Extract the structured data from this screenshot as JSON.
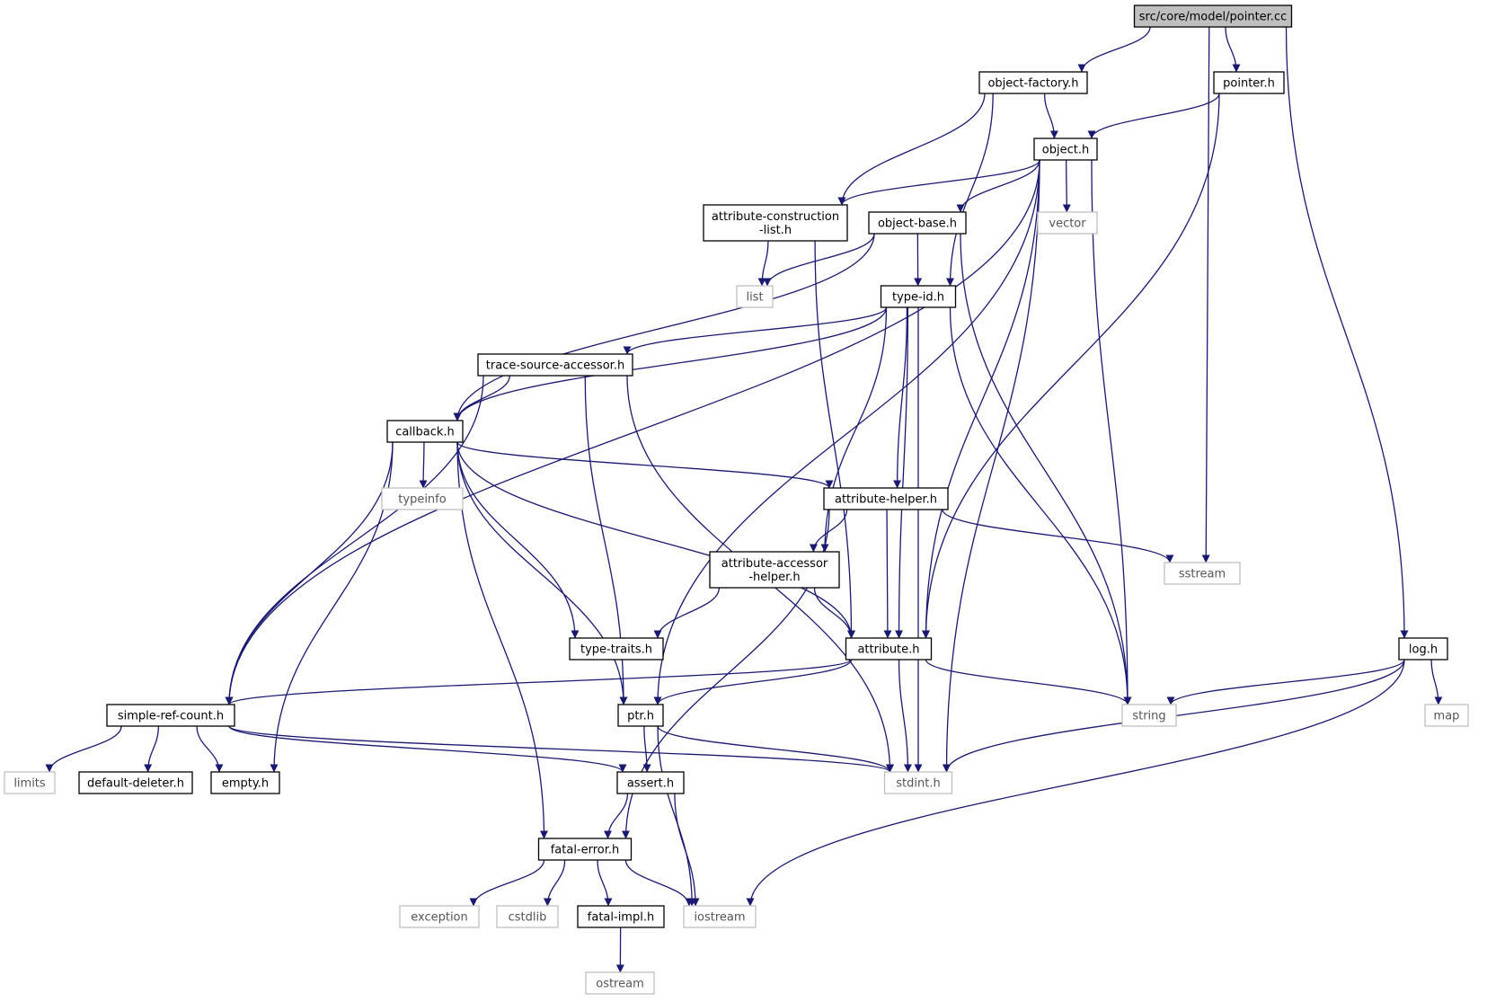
{
  "diagram": {
    "colors": {
      "edge": "#191970",
      "main_fill": "#bfbfbf",
      "local_border": "#000000",
      "system_border": "#bfbfbf"
    },
    "nodes": [
      {
        "id": "pointer_cc",
        "lines": [
          "src/core/model/pointer.cc"
        ],
        "kind": "main"
      },
      {
        "id": "object_factory_h",
        "lines": [
          "object-factory.h"
        ],
        "kind": "local"
      },
      {
        "id": "pointer_h",
        "lines": [
          "pointer.h"
        ],
        "kind": "local"
      },
      {
        "id": "object_h",
        "lines": [
          "object.h"
        ],
        "kind": "local"
      },
      {
        "id": "attribute_construction_list_h",
        "lines": [
          "attribute-construction",
          "-list.h"
        ],
        "kind": "local"
      },
      {
        "id": "object_base_h",
        "lines": [
          "object-base.h"
        ],
        "kind": "local"
      },
      {
        "id": "vector",
        "lines": [
          "vector"
        ],
        "kind": "system"
      },
      {
        "id": "list",
        "lines": [
          "list"
        ],
        "kind": "system"
      },
      {
        "id": "type_id_h",
        "lines": [
          "type-id.h"
        ],
        "kind": "local"
      },
      {
        "id": "trace_source_accessor_h",
        "lines": [
          "trace-source-accessor.h"
        ],
        "kind": "local"
      },
      {
        "id": "callback_h",
        "lines": [
          "callback.h"
        ],
        "kind": "local"
      },
      {
        "id": "typeinfo",
        "lines": [
          "typeinfo"
        ],
        "kind": "system"
      },
      {
        "id": "attribute_helper_h",
        "lines": [
          "attribute-helper.h"
        ],
        "kind": "local"
      },
      {
        "id": "sstream",
        "lines": [
          "sstream"
        ],
        "kind": "system"
      },
      {
        "id": "attribute_accessor_helper_h",
        "lines": [
          "attribute-accessor",
          "-helper.h"
        ],
        "kind": "local"
      },
      {
        "id": "type_traits_h",
        "lines": [
          "type-traits.h"
        ],
        "kind": "local"
      },
      {
        "id": "attribute_h",
        "lines": [
          "attribute.h"
        ],
        "kind": "local"
      },
      {
        "id": "log_h",
        "lines": [
          "log.h"
        ],
        "kind": "local"
      },
      {
        "id": "simple_ref_count_h",
        "lines": [
          "simple-ref-count.h"
        ],
        "kind": "local"
      },
      {
        "id": "ptr_h",
        "lines": [
          "ptr.h"
        ],
        "kind": "local"
      },
      {
        "id": "string",
        "lines": [
          "string"
        ],
        "kind": "system"
      },
      {
        "id": "map",
        "lines": [
          "map"
        ],
        "kind": "system"
      },
      {
        "id": "limits",
        "lines": [
          "limits"
        ],
        "kind": "system"
      },
      {
        "id": "default_deleter_h",
        "lines": [
          "default-deleter.h"
        ],
        "kind": "local"
      },
      {
        "id": "empty_h",
        "lines": [
          "empty.h"
        ],
        "kind": "local"
      },
      {
        "id": "assert_h",
        "lines": [
          "assert.h"
        ],
        "kind": "local"
      },
      {
        "id": "stdint_h",
        "lines": [
          "stdint.h"
        ],
        "kind": "system"
      },
      {
        "id": "fatal_error_h",
        "lines": [
          "fatal-error.h"
        ],
        "kind": "local"
      },
      {
        "id": "exception",
        "lines": [
          "exception"
        ],
        "kind": "system"
      },
      {
        "id": "cstdlib",
        "lines": [
          "cstdlib"
        ],
        "kind": "system"
      },
      {
        "id": "fatal_impl_h",
        "lines": [
          "fatal-impl.h"
        ],
        "kind": "local"
      },
      {
        "id": "iostream",
        "lines": [
          "iostream"
        ],
        "kind": "system"
      },
      {
        "id": "ostream",
        "lines": [
          "ostream"
        ],
        "kind": "system"
      }
    ],
    "edges": [
      [
        "pointer_cc",
        "object_factory_h"
      ],
      [
        "pointer_cc",
        "pointer_h"
      ],
      [
        "pointer_cc",
        "sstream"
      ],
      [
        "pointer_cc",
        "log_h"
      ],
      [
        "object_factory_h",
        "object_h"
      ],
      [
        "object_factory_h",
        "attribute_construction_list_h"
      ],
      [
        "object_factory_h",
        "type_id_h"
      ],
      [
        "pointer_h",
        "object_h"
      ],
      [
        "pointer_h",
        "attribute_h"
      ],
      [
        "object_h",
        "attribute_construction_list_h"
      ],
      [
        "object_h",
        "object_base_h"
      ],
      [
        "object_h",
        "vector"
      ],
      [
        "object_h",
        "simple_ref_count_h"
      ],
      [
        "object_h",
        "ptr_h"
      ],
      [
        "object_h",
        "attribute_h"
      ],
      [
        "object_h",
        "string"
      ],
      [
        "object_h",
        "stdint_h"
      ],
      [
        "attribute_construction_list_h",
        "list"
      ],
      [
        "attribute_construction_list_h",
        "attribute_h"
      ],
      [
        "object_base_h",
        "list"
      ],
      [
        "object_base_h",
        "type_id_h"
      ],
      [
        "object_base_h",
        "callback_h"
      ],
      [
        "object_base_h",
        "string"
      ],
      [
        "type_id_h",
        "trace_source_accessor_h"
      ],
      [
        "type_id_h",
        "callback_h"
      ],
      [
        "type_id_h",
        "attribute_helper_h"
      ],
      [
        "type_id_h",
        "attribute_accessor_helper_h"
      ],
      [
        "type_id_h",
        "attribute_h"
      ],
      [
        "type_id_h",
        "string"
      ],
      [
        "type_id_h",
        "stdint_h"
      ],
      [
        "trace_source_accessor_h",
        "callback_h"
      ],
      [
        "trace_source_accessor_h",
        "simple_ref_count_h"
      ],
      [
        "trace_source_accessor_h",
        "ptr_h"
      ],
      [
        "trace_source_accessor_h",
        "stdint_h"
      ],
      [
        "callback_h",
        "typeinfo"
      ],
      [
        "callback_h",
        "attribute_helper_h"
      ],
      [
        "callback_h",
        "type_traits_h"
      ],
      [
        "callback_h",
        "attribute_h"
      ],
      [
        "callback_h",
        "simple_ref_count_h"
      ],
      [
        "callback_h",
        "empty_h"
      ],
      [
        "callback_h",
        "ptr_h"
      ],
      [
        "callback_h",
        "fatal_error_h"
      ],
      [
        "attribute_helper_h",
        "attribute_accessor_helper_h"
      ],
      [
        "attribute_helper_h",
        "attribute_h"
      ],
      [
        "attribute_helper_h",
        "sstream"
      ],
      [
        "attribute_helper_h",
        "fatal_error_h"
      ],
      [
        "attribute_accessor_helper_h",
        "type_traits_h"
      ],
      [
        "attribute_accessor_helper_h",
        "attribute_h"
      ],
      [
        "attribute_h",
        "simple_ref_count_h"
      ],
      [
        "attribute_h",
        "ptr_h"
      ],
      [
        "attribute_h",
        "string"
      ],
      [
        "attribute_h",
        "stdint_h"
      ],
      [
        "log_h",
        "string"
      ],
      [
        "log_h",
        "map"
      ],
      [
        "log_h",
        "stdint_h"
      ],
      [
        "log_h",
        "iostream"
      ],
      [
        "simple_ref_count_h",
        "limits"
      ],
      [
        "simple_ref_count_h",
        "default_deleter_h"
      ],
      [
        "simple_ref_count_h",
        "empty_h"
      ],
      [
        "simple_ref_count_h",
        "assert_h"
      ],
      [
        "simple_ref_count_h",
        "stdint_h"
      ],
      [
        "ptr_h",
        "assert_h"
      ],
      [
        "ptr_h",
        "stdint_h"
      ],
      [
        "ptr_h",
        "iostream"
      ],
      [
        "assert_h",
        "fatal_error_h"
      ],
      [
        "assert_h",
        "iostream"
      ],
      [
        "fatal_error_h",
        "exception"
      ],
      [
        "fatal_error_h",
        "cstdlib"
      ],
      [
        "fatal_error_h",
        "fatal_impl_h"
      ],
      [
        "fatal_error_h",
        "iostream"
      ],
      [
        "fatal_impl_h",
        "ostream"
      ]
    ]
  }
}
